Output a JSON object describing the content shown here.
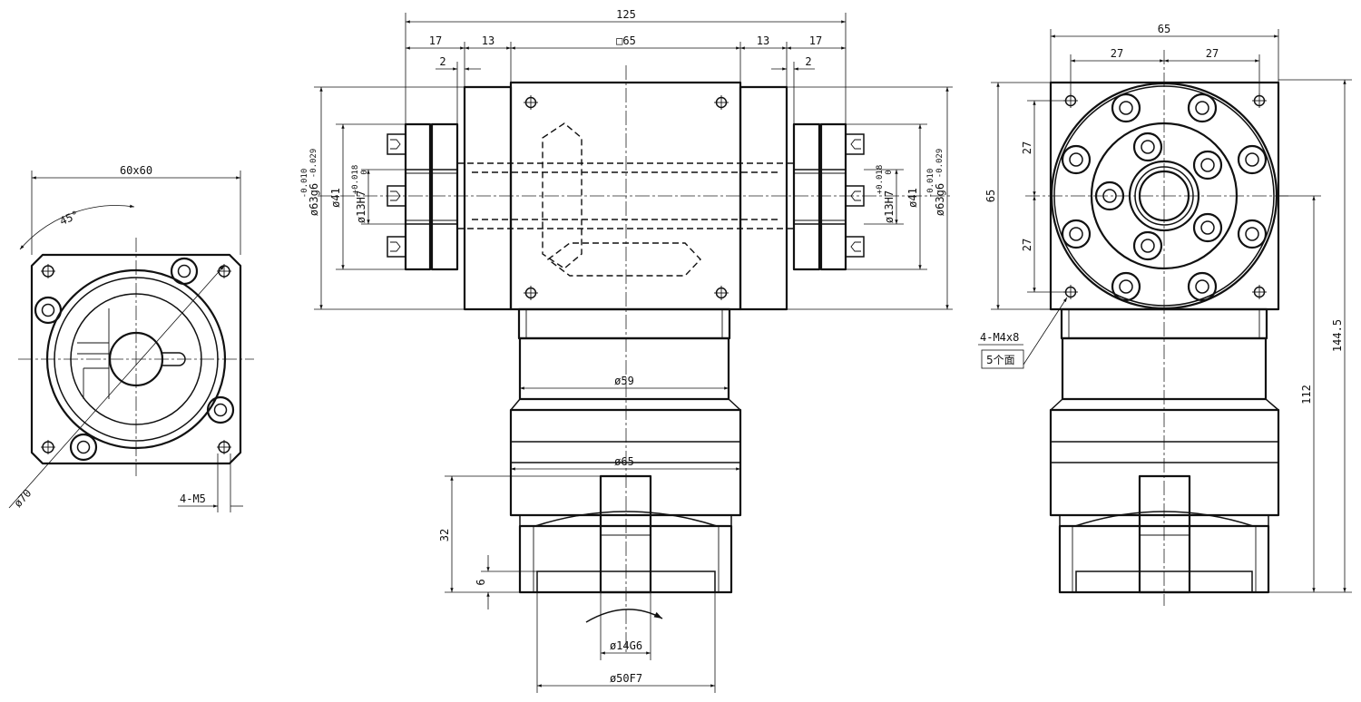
{
  "dimensions": {
    "left_view": {
      "flange_size": "60x60",
      "angle": "45°",
      "pcd_diameter": "ø70",
      "tapped_holes": "4-M5"
    },
    "front_view": {
      "overall_width": "125",
      "left_outer": "17",
      "left_inner": "13",
      "square_size": "□65",
      "right_inner": "13",
      "right_outer": "17",
      "left_gap": "2",
      "right_gap": "2",
      "left_pilot": "ø63g6",
      "left_pilot_tol_upper": "-0.010",
      "left_pilot_tol_lower": "-0.029",
      "left_flange_dia": "ø41",
      "left_bore": "ø13H7",
      "left_bore_tol_upper": "+0.018",
      "left_bore_tol_lower": "0",
      "right_pilot": "ø63g6",
      "right_pilot_tol_upper": "-0.010",
      "right_pilot_tol_lower": "-0.029",
      "right_flange_dia": "ø41",
      "right_bore": "ø13H7",
      "right_bore_tol_upper": "+0.018",
      "right_bore_tol_lower": "0",
      "body_diameter": "ø59",
      "housing_diameter": "ø65",
      "shaft_length": "32",
      "shaft_shoulder": "6",
      "shaft_diameter": "ø14G6",
      "spigot_diameter": "ø50F7"
    },
    "right_view": {
      "width": "65",
      "half_left": "27",
      "half_right": "27",
      "height": "65",
      "upper_half": "27",
      "lower_half": "27",
      "tapped_holes": "4-M4x8",
      "faces": "5个面",
      "shaft_height": "112",
      "overall_height": "144.5"
    }
  }
}
